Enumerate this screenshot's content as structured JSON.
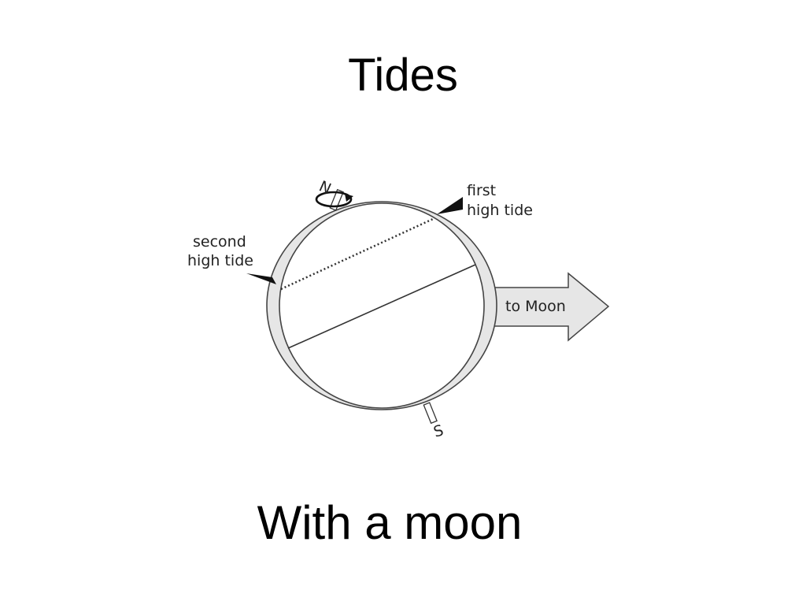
{
  "slide": {
    "title": "Tides",
    "caption": "With a moon"
  },
  "diagram": {
    "north_label": "N",
    "south_label": "S",
    "first_tide_line1": "first",
    "first_tide_line2": "high tide",
    "second_tide_line1": "second",
    "second_tide_line2": "high tide",
    "moon_arrow_label": "to Moon",
    "colors": {
      "tidal_bulge": "#e6e6e6",
      "outline": "#444444",
      "text": "#222222"
    }
  }
}
